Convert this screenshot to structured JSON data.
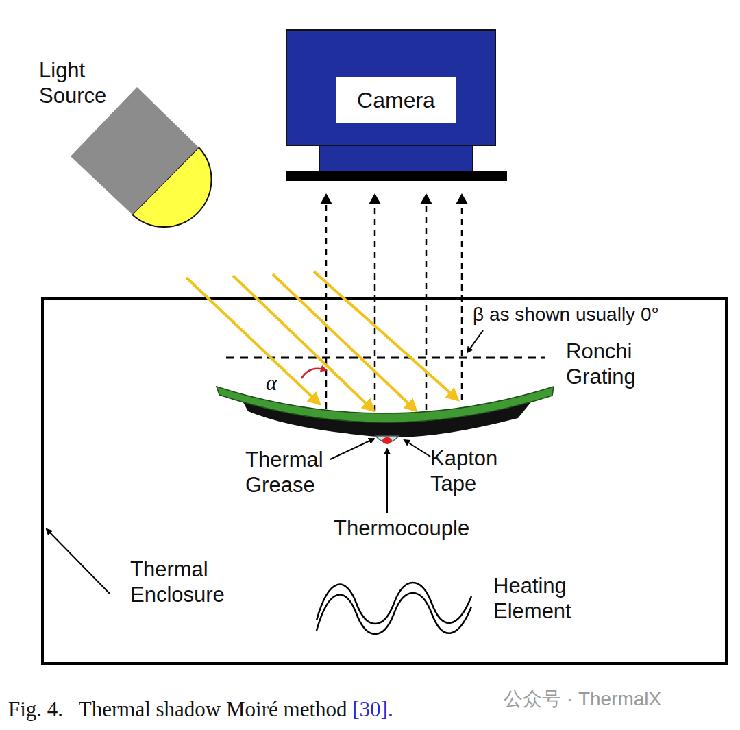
{
  "diagram": {
    "caption": "Fig. 4.   Thermal shadow Moiré method [30].",
    "nodes": [
      {
        "text": [
          "Camera"
        ]
      }
    ],
    "edges": [],
    "labels": [
      "Light Source",
      "β as shown usually 0°",
      "Ronchi Grating",
      "α",
      "Thermal Grease",
      "Kapton Tape",
      "Thermocouple",
      "Thermal Enclosure",
      "Heating Element",
      "公众号 · ThermalX"
    ]
  }
}
